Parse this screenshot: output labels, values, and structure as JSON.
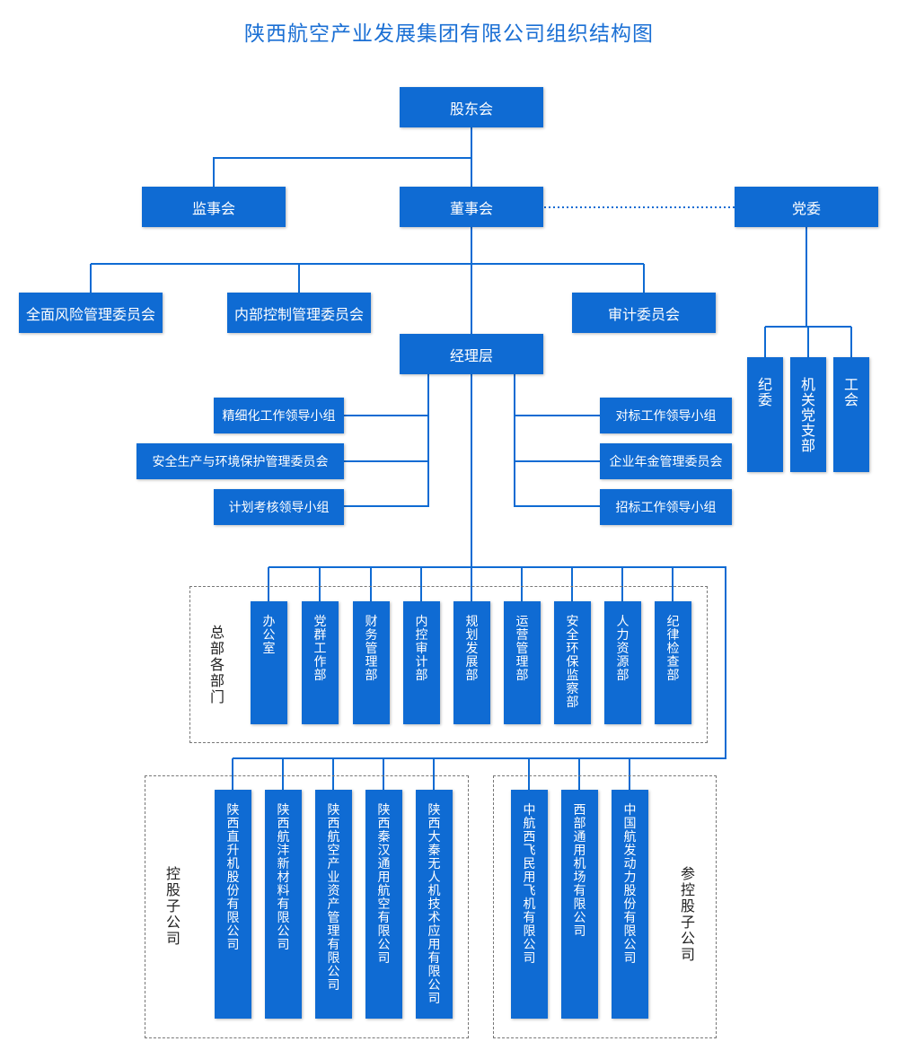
{
  "title": "陕西航空产业发展集团有限公司组织结构图",
  "top": {
    "shareholders": "股东会",
    "supervisors": "监事会",
    "board": "董事会",
    "party_committee": "党委",
    "management": "经理层"
  },
  "board_committees": {
    "risk": "全面风险管理委员会",
    "internal_control": "内部控制管理委员会",
    "audit": "审计委员会"
  },
  "party_units": [
    "纪委",
    "机关党支部",
    "工会"
  ],
  "management_groups_left": [
    "精细化工作领导小组",
    "安全生产与环境保护管理委员会",
    "计划考核领导小组"
  ],
  "management_groups_right": [
    "对标工作领导小组",
    "企业年金管理委员会",
    "招标工作领导小组"
  ],
  "headquarters": {
    "label": "总部各部门",
    "departments": [
      "办公室",
      "党群工作部",
      "财务管理部",
      "内控审计部",
      "规划发展部",
      "运营管理部",
      "安全环保监察部",
      "人力资源部",
      "纪律检查部"
    ]
  },
  "holding_subsidiaries": {
    "label": "控股子公司",
    "companies": [
      "陕西直升机股份有限公司",
      "陕西航沣新材料有限公司",
      "陕西航空产业资产管理有限公司",
      "陕西秦汉通用航空有限公司",
      "陕西大秦无人机技术应用有限公司"
    ]
  },
  "participating_subsidiaries": {
    "label": "参控股子公司",
    "companies": [
      "中航西飞民用飞机有限公司",
      "西部通用机场有限公司",
      "中国航发动力股份有限公司"
    ]
  },
  "colors": {
    "box": "#0f6bd3",
    "line": "#0f6bd3",
    "title": "#1a6fd4"
  }
}
